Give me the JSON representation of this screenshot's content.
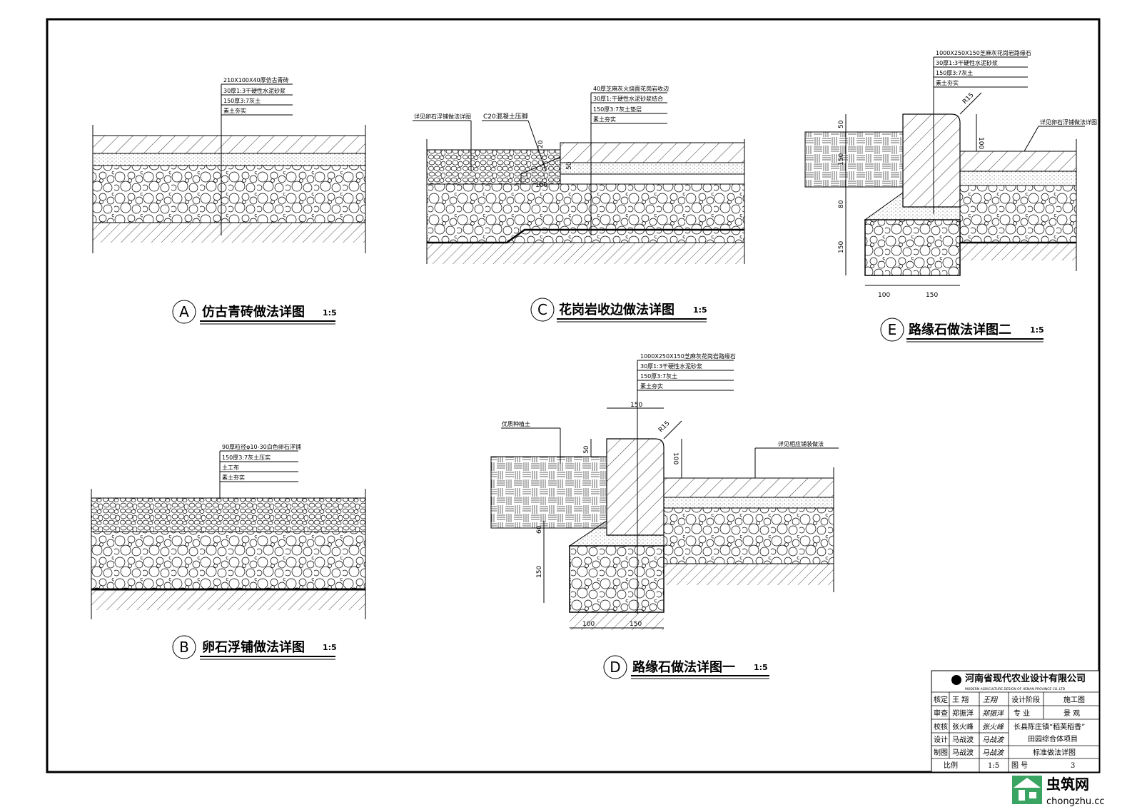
{
  "details": {
    "A": {
      "letter": "A",
      "title": "仿古青砖做法详图",
      "scale": "1:5",
      "layers": [
        "210X100X40厚仿古青砖",
        "30厚1:3干硬性水泥砂浆",
        "150厚3:7灰土",
        "素土夯实"
      ]
    },
    "B": {
      "letter": "B",
      "title": "卵石浮铺做法详图",
      "scale": "1:5",
      "layers": [
        "90厚粒径φ10-30白色卵石浮铺",
        "150厚3:7灰土压实",
        "土工布",
        "素土夯实"
      ]
    },
    "C": {
      "letter": "C",
      "title": "花岗岩收边做法详图",
      "scale": "1:5",
      "layers": [
        "40厚芝麻灰火烧面花岗岩收边",
        "30厚1:干硬性水泥砂浆结合",
        "150厚3:7灰土垫层",
        "素土夯实"
      ],
      "left_note": "详见卵石浮铺做法详图",
      "mid_note": "C20混凝土压脚",
      "dims": [
        "20",
        "50",
        "100"
      ]
    },
    "D": {
      "letter": "D",
      "title": "路缘石做法详图一",
      "scale": "1:5",
      "layers": [
        "1000X250X150芝麻灰花岗岩路缘石",
        "30厚1:3干硬性水泥砂浆",
        "150厚3:7灰土",
        "素土夯实"
      ],
      "left_note": "优质种植土",
      "right_note": "详见相应铺装做法",
      "dims": {
        "top": "150",
        "r": "R15",
        "left_50": "50",
        "right_100": "100",
        "left_60": "60",
        "left_150": "150",
        "bottom_100": "100",
        "bottom_150": "150"
      }
    },
    "E": {
      "letter": "E",
      "title": "路缘石做法详图二",
      "scale": "1:5",
      "layers": [
        "1000X250X150芝麻灰花岗岩路缘石",
        "30厚1:3干硬性水泥砂浆",
        "150厚3:7灰土",
        "素土夯实"
      ],
      "right_note": "详见卵石浮铺做法详图",
      "dims": {
        "r": "R15",
        "left_50": "50",
        "left_150a": "150",
        "left_80": "80",
        "left_150b": "150",
        "right_100": "100",
        "bottom_100": "100",
        "bottom_150": "150"
      }
    }
  },
  "title_block": {
    "company_cn": "河南省现代农业设计有限公司",
    "company_en": "MODERN AGRICULTURE DESIGN OF HENAN PROVINCE CO.,LTD",
    "rows": [
      {
        "role": "核定",
        "name": "王 翔",
        "sign": "王翔"
      },
      {
        "role": "审查",
        "name": "郑振洋",
        "sign": "郑振洋"
      },
      {
        "role": "校核",
        "name": "张火峰",
        "sign": "张火峰"
      },
      {
        "role": "设计",
        "name": "马战波",
        "sign": "马战波"
      },
      {
        "role": "制图",
        "name": "马战波",
        "sign": "马战波"
      }
    ],
    "stage_label": "设计阶段",
    "stage_value": "施工图",
    "discipline_label": "专 业",
    "discipline_value": "景 观",
    "project": [
      "长县陈庄镇“稻芙稻香”",
      "田园综合体项目"
    ],
    "drawing_name": "标准做法详图",
    "scale_label": "比例",
    "scale_value": "1:5",
    "drawing_no_label": "图 号",
    "drawing_no": "3"
  },
  "watermark": {
    "cn": "虫筑网",
    "en": "chongzhu.cc",
    "color": "#3aa463"
  }
}
